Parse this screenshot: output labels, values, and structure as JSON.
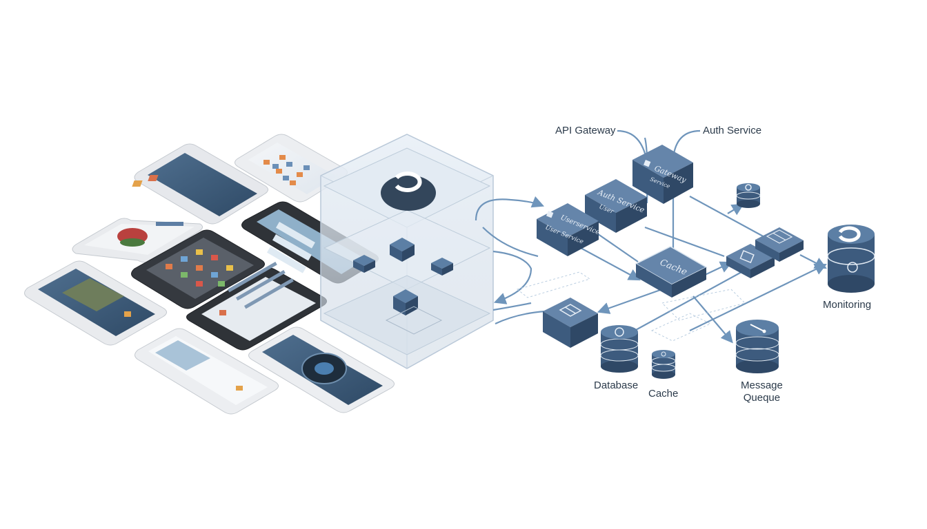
{
  "colors": {
    "node_top": "#5c7fa5",
    "node_side_left": "#3d5b7e",
    "node_side_right": "#2f4866",
    "line": "#6f95bb",
    "glass": "#cfdbe8",
    "phone_silver": "#e6e8ec",
    "phone_dark": "#2f3338"
  },
  "labels": {
    "api_gateway": "API Gateway",
    "auth_service": "Auth Service",
    "monitoring": "Monitoring",
    "database": "Database",
    "cache": "Cache",
    "message_queue_1": "Message",
    "message_queue_2": "Queque"
  },
  "node_text": {
    "gateway": "Gateway",
    "gateway_sub": "Service",
    "auth": "Auth Service",
    "auth_sub": "User",
    "userservice": "Userservice",
    "userservice_sub": "User Service",
    "cache": "Cache"
  },
  "icons": [
    "database-icon",
    "cache-icon",
    "message-queue-icon",
    "monitoring-icon",
    "gateway-icon",
    "service-icon",
    "phone-icon"
  ]
}
